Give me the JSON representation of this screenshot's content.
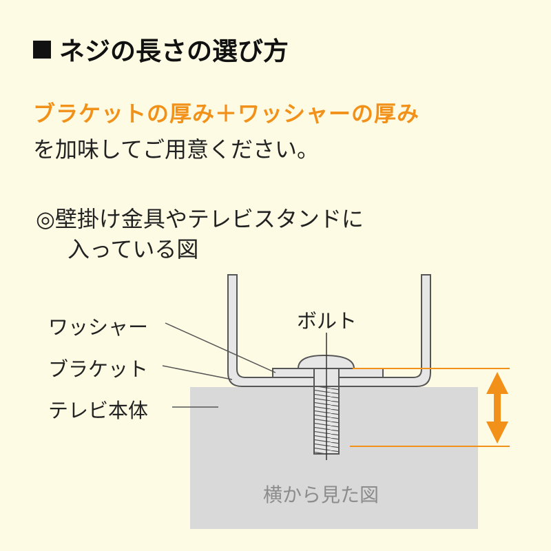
{
  "title": {
    "text": "ネジの長さの選び方"
  },
  "intro": {
    "highlight": "ブラケットの厚み＋ワッシャーの厚み",
    "rest": "を加味してご用意ください。"
  },
  "caption": {
    "line1": "◎壁掛け金具やテレビスタンドに",
    "line2": "入っている図"
  },
  "diagram": {
    "labels": {
      "washer": "ワッシャー",
      "bracket": "ブラケット",
      "tv_body": "テレビ本体",
      "bolt": "ボルト"
    },
    "view_label": "横から見た図"
  },
  "colors": {
    "background": "#fdfbe3",
    "accent": "#f19119",
    "tv_body": "#d9d9d9",
    "part_fill": "#e8e8e8",
    "outline": "#555555"
  }
}
